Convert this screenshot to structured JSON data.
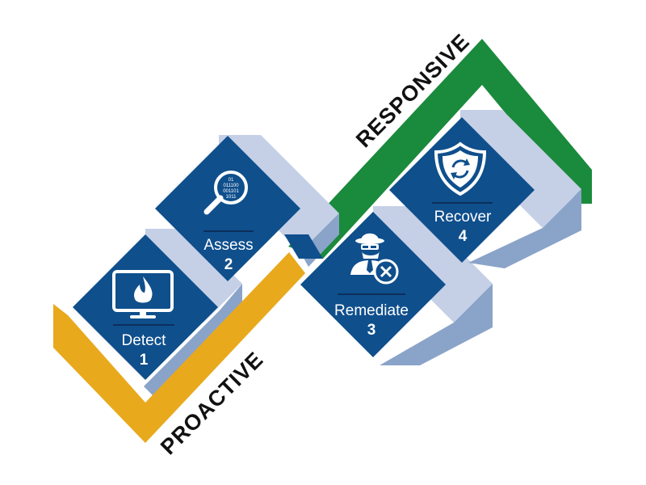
{
  "phases": {
    "proactive": {
      "label": "PROACTIVE",
      "color": "#e8a91c"
    },
    "responsive": {
      "label": "RESPONSIVE",
      "color": "#1a8a3c"
    }
  },
  "steps": [
    {
      "label": "Detect",
      "number": "1",
      "icon": "monitor-flame-icon"
    },
    {
      "label": "Assess",
      "number": "2",
      "icon": "magnifier-binary-icon"
    },
    {
      "label": "Remediate",
      "number": "3",
      "icon": "spy-cancel-icon"
    },
    {
      "label": "Recover",
      "number": "4",
      "icon": "shield-refresh-icon"
    }
  ],
  "colors": {
    "tile": "#0f4f8c",
    "tile_side_light": "#c5d0e6",
    "tile_side_dark": "#8aa3c9",
    "separator": "#0b2f5c",
    "ink": "#111111"
  }
}
